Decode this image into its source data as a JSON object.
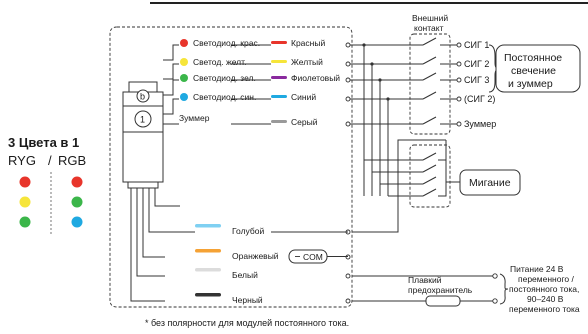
{
  "legend": {
    "title": "3 Цвета в 1",
    "subtitle_left": "RYG",
    "subtitle_sep": "/",
    "subtitle_right": "RGB",
    "left_dots": [
      "#e8352b",
      "#f6e53a",
      "#3bb64a"
    ],
    "right_dots": [
      "#e8352b",
      "#3bb64a",
      "#1fa9e1"
    ]
  },
  "tower": {
    "badge_b": "b",
    "badge_1": "1"
  },
  "leds": [
    {
      "name": "Светодиод. крас.",
      "color": "#e8352b"
    },
    {
      "name": "Светод. желт.",
      "color": "#f6e53a"
    },
    {
      "name": "Светодиод. зел.",
      "color": "#3bb64a"
    },
    {
      "name": "Светодиод. син.",
      "color": "#1fa9e1"
    }
  ],
  "buzzer_label": "Зуммер",
  "wires_top": [
    {
      "name": "Красный",
      "color": "#e8352b"
    },
    {
      "name": "Желтый",
      "color": "#f6e53a"
    },
    {
      "name": "Фиолетовый",
      "color": "#8a2a9e"
    },
    {
      "name": "Синий",
      "color": "#1fa9e1"
    },
    {
      "name": "Серый",
      "color": "#9a9a9a"
    }
  ],
  "wires_bottom": [
    {
      "name": "Голубой",
      "color": "#7fd0f2"
    },
    {
      "name": "Оранжевый",
      "color": "#f5a235"
    },
    {
      "name": "Белый",
      "color": "#dcdcdc"
    },
    {
      "name": "Черный",
      "color": "#333333"
    }
  ],
  "com_label": "COM",
  "external_contact": [
    "Внешний",
    "контакт"
  ],
  "signals": [
    "СИГ 1",
    "СИГ 2",
    "СИГ 3",
    "(СИГ 2)",
    "Зуммер"
  ],
  "steady_box": [
    "Постоянное",
    "свечение",
    "и зуммер"
  ],
  "blink_box": "Мигание",
  "fuse": [
    "Плавкий",
    "предохранитель"
  ],
  "power_note": [
    "Питание 24 В",
    "переменного /",
    "постоянного тока,",
    "90–240 В",
    "переменного тока"
  ],
  "footnote": "* без полярности для модулей постоянного тока."
}
